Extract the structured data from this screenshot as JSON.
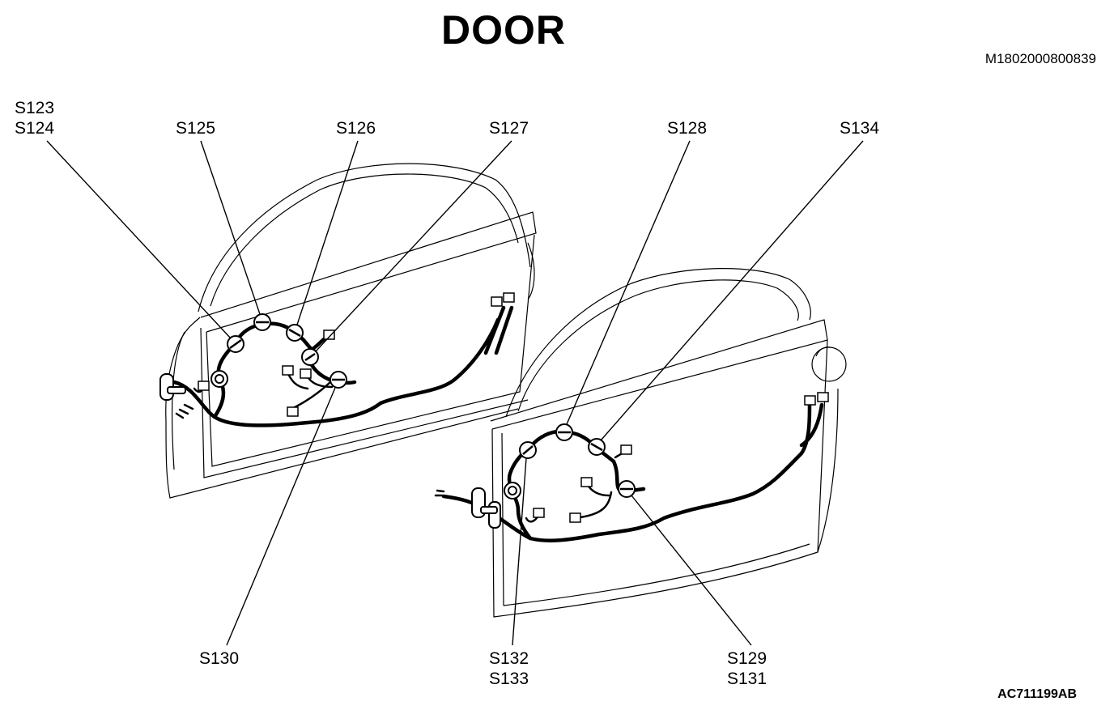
{
  "title": "DOOR",
  "doc_id": "M1802000800839",
  "figure_id": "AC711199AB",
  "labels": {
    "s123": "S123",
    "s124": "S124",
    "s125": "S125",
    "s126": "S126",
    "s127": "S127",
    "s128": "S128",
    "s134": "S134",
    "s130": "S130",
    "s132": "S132",
    "s133": "S133",
    "s129": "S129",
    "s131": "S131"
  }
}
